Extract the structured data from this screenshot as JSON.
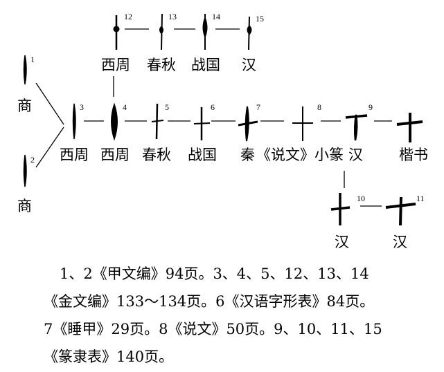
{
  "diagram": {
    "char_labels": {
      "shang_1": "商",
      "shang_2": "商",
      "xizhou_3": "西周",
      "xizhou_4": "西周",
      "chunqiu_5": "春秋",
      "zhanguo_6": "战国",
      "qin_7": "秦",
      "shuowen_8": "《说文》小篆",
      "han_9": "汉",
      "kaishu": "楷书",
      "han_10": "汉",
      "han_11": "汉",
      "xizhou_12": "西周",
      "chunqiu_13": "春秋",
      "zhanguo_14": "战国",
      "han_15": "汉"
    },
    "numbers": {
      "n1": "1",
      "n2": "2",
      "n3": "3",
      "n4": "4",
      "n5": "5",
      "n6": "6",
      "n7": "7",
      "n8": "8",
      "n9": "9",
      "n10": "10",
      "n11": "11",
      "n12": "12",
      "n13": "13",
      "n14": "14",
      "n15": "15"
    }
  },
  "notes": {
    "line1": "1、2《甲文编》94页。3、4、5、12、13、14",
    "line2": "《金文编》133～134页。6《汉语字形表》84页。",
    "line3": "7《睡甲》29页。8《说文》50页。9、10、11、15",
    "line4": "《篆隶表》140页。"
  }
}
